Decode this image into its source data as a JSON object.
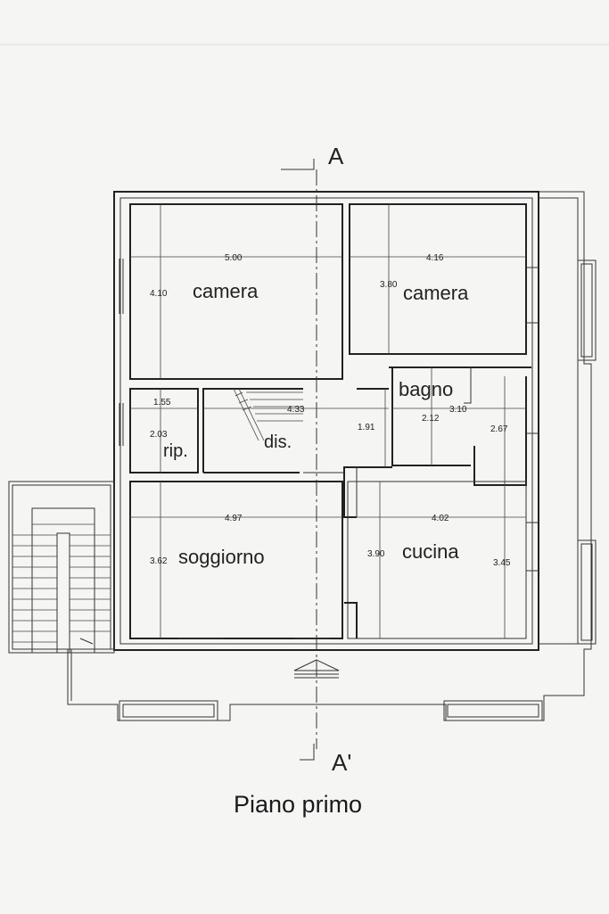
{
  "section": {
    "top": "A",
    "bottom": "A'"
  },
  "title": "Piano primo",
  "rooms": {
    "camera_left": "camera",
    "camera_right": "camera",
    "bagno": "bagno",
    "rip": "rip.",
    "dis": "dis.",
    "soggiorno": "soggiorno",
    "cucina": "cucina"
  },
  "dimensions": {
    "camera_left_w": "5.00",
    "camera_left_h": "4.10",
    "camera_right_w": "4.16",
    "camera_right_h": "3.80",
    "rip_w": "1.55",
    "rip_h": "2.03",
    "dis_w": "4.33",
    "dis_h": "1.91",
    "bagno_h": "2.12",
    "bagno_w": "3.10",
    "bagno_small_h": "2.67",
    "soggiorno_w": "4.97",
    "soggiorno_h": "3.62",
    "cucina_w": "4.02",
    "cucina_h": "3.90",
    "cucina_h2": "3.45"
  }
}
